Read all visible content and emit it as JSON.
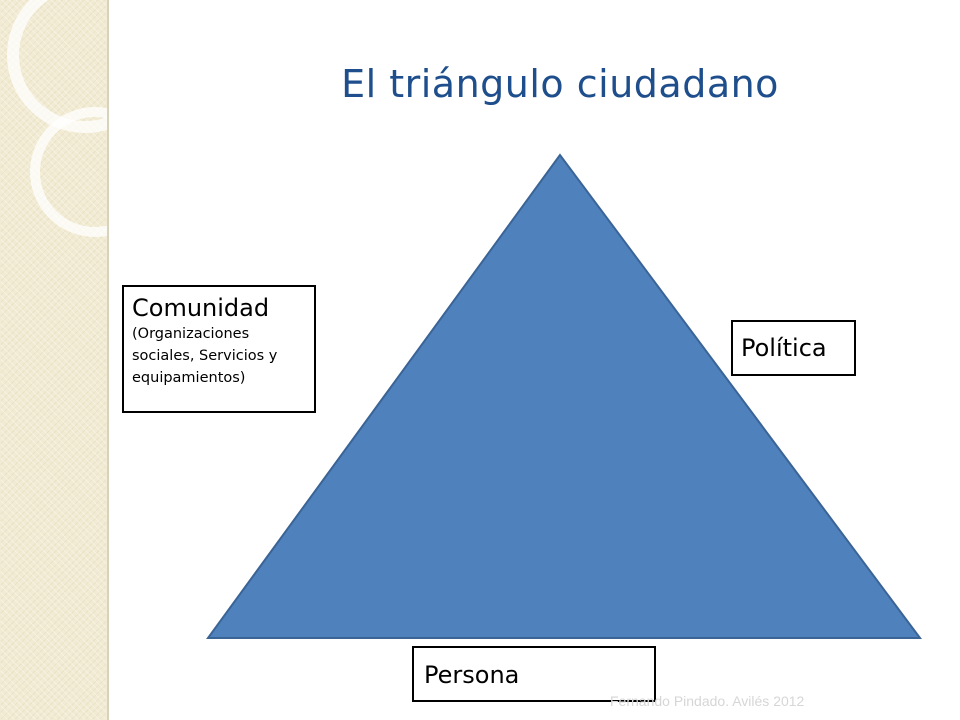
{
  "slide": {
    "title": "El triángulo ciudadano",
    "footer": "Fernando Pindado. Avilés 2012"
  },
  "diagram": {
    "triangle_color": "#4f81bd",
    "triangle_stroke": "#3b6496",
    "labels": {
      "comunidad_main": "Comunidad",
      "comunidad_sub": "(Organizaciones sociales, Servicios y equipamientos)",
      "politica": "Política",
      "persona": "Persona"
    }
  },
  "theme": {
    "title_color": "#1f4e8c",
    "band_color": "#f2ebd3"
  }
}
